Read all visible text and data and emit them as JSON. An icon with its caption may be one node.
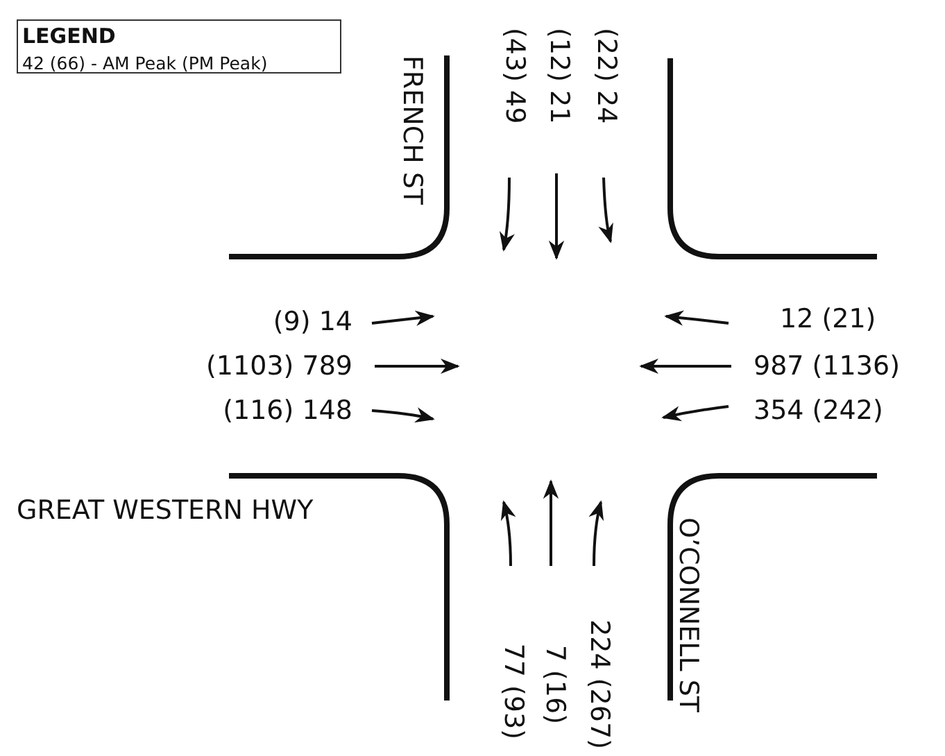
{
  "diagram": {
    "labels": [
      "LEGEND",
      "42 (66) - AM Peak (PM Peak)",
      "FRENCH ST",
      "(43) 49",
      "(12) 21",
      "(22) 24",
      "(9) 14",
      "(1103) 789",
      "(116) 148",
      "12 (21)",
      "987 (1136)",
      "354 (242)",
      "GREAT WESTERN HWY",
      "77 (93)",
      "7 (16)",
      "224 (267)",
      "O’CONNELL ST"
    ]
  }
}
